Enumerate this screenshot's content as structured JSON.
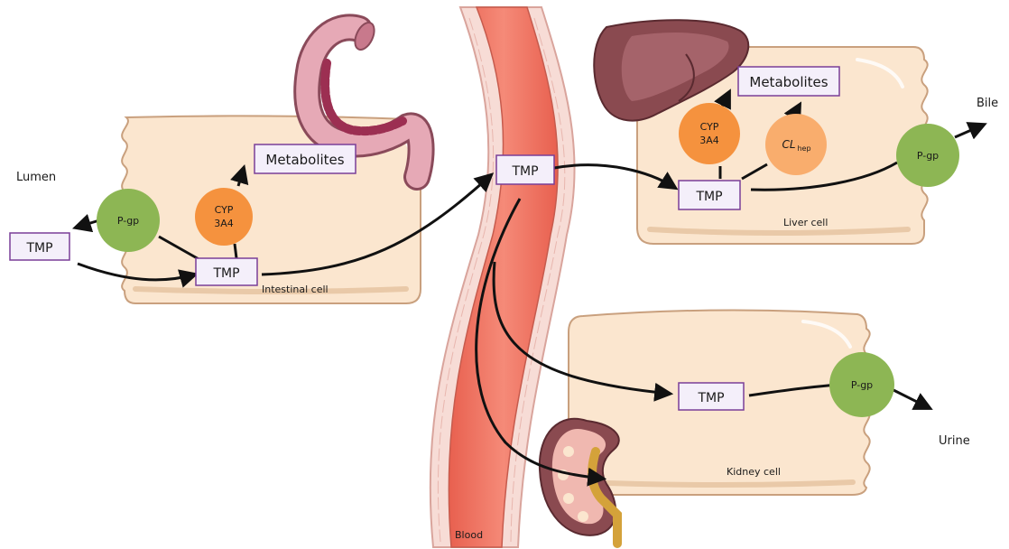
{
  "labels": {
    "lumen": "Lumen",
    "bile": "Bile",
    "urine": "Urine",
    "blood": "Blood",
    "intestinal_cell": "Intestinal cell",
    "liver_cell": "Liver cell",
    "kidney_cell": "Kidney cell"
  },
  "drug_label": "TMP",
  "metabolites_label": "Metabolites",
  "enzymes": {
    "cyp_line1": "CYP",
    "cyp_line2": "3A4",
    "pgp": "P-gp",
    "cl_main": "CL",
    "cl_sub": "hep"
  },
  "colors": {
    "cell_fill": "#fbe6cf",
    "cell_edge": "#c9a07e",
    "box_border": "#7a3f98",
    "box_fill": "#f4effa",
    "cyp": "#f5923e",
    "cl_hep": "#f9ad6d",
    "pgp": "#8db654",
    "blood": "#ee7b6a",
    "vessel_wall": "#f7dcd6"
  }
}
